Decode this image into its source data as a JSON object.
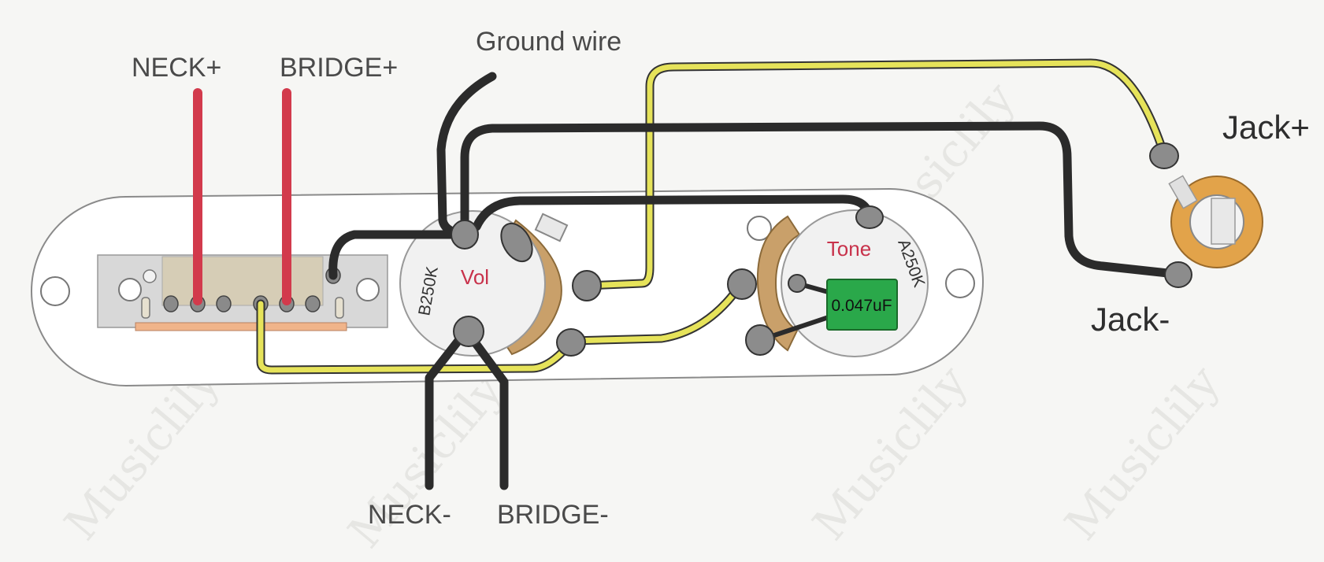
{
  "labels": {
    "neck_plus": "NECK+",
    "bridge_plus": "BRIDGE+",
    "ground_wire": "Ground wire",
    "jack_plus": "Jack+",
    "jack_minus": "Jack-",
    "neck_minus": "NECK-",
    "bridge_minus": "BRIDGE-",
    "vol": "Vol",
    "vol_value": "B250K",
    "tone": "Tone",
    "tone_value": "A250K",
    "capacitor": "0.047uF"
  },
  "watermark": "Musiclily",
  "colors": {
    "wire_red": "#d23a4c",
    "wire_black": "#2b2b2b",
    "wire_yellow": "#e6e35a",
    "capacitor": "#2aa84a",
    "pot_lug": "#c9a06a",
    "jack_ring": "#e2a34a",
    "switch_body": "#d6d2c6",
    "switch_base": "#f0b48a"
  }
}
